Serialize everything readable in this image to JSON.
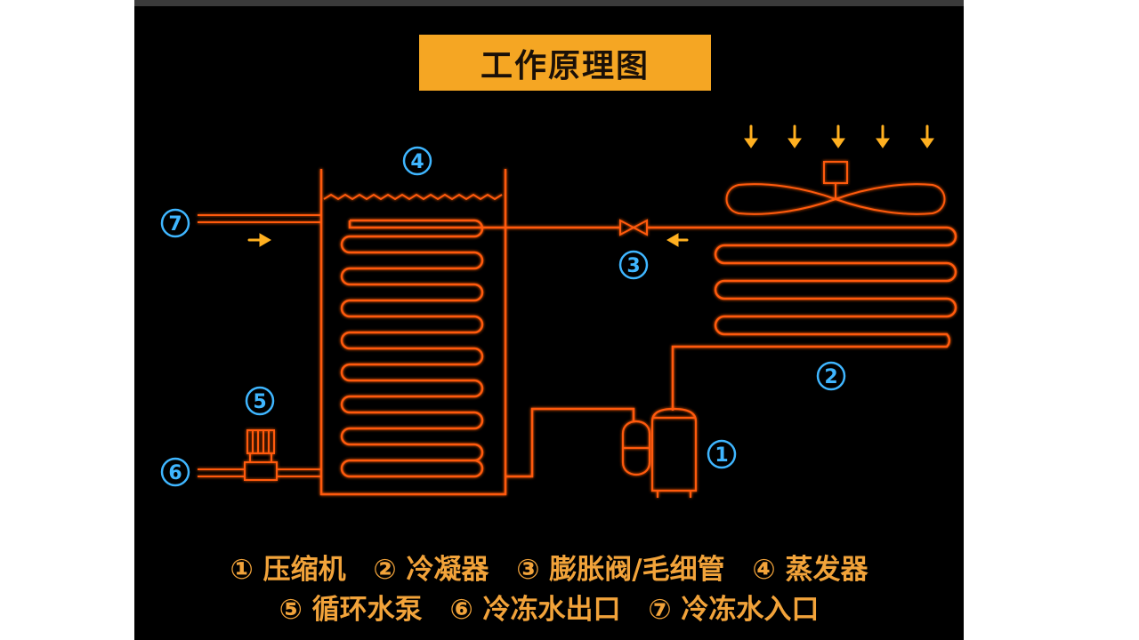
{
  "title": "工作原理图",
  "colors": {
    "pipe": "#ff5a10",
    "arrow": "#ffb020",
    "title_bg": "#f5a623",
    "number": "#3fb6ff",
    "legend_text": "#f2a33a"
  },
  "markers": [
    "①",
    "②",
    "③",
    "④",
    "⑤",
    "⑥",
    "⑦"
  ],
  "legend": {
    "line1": [
      {
        "num": "①",
        "label": "压缩机"
      },
      {
        "num": "②",
        "label": "冷凝器"
      },
      {
        "num": "③",
        "label": "膨胀阀/毛细管"
      },
      {
        "num": "④",
        "label": "蒸发器"
      }
    ],
    "line2": [
      {
        "num": "⑤",
        "label": "循环水泵"
      },
      {
        "num": "⑥",
        "label": "冷冻水出口"
      },
      {
        "num": "⑦",
        "label": "冷冻水入口"
      }
    ]
  }
}
